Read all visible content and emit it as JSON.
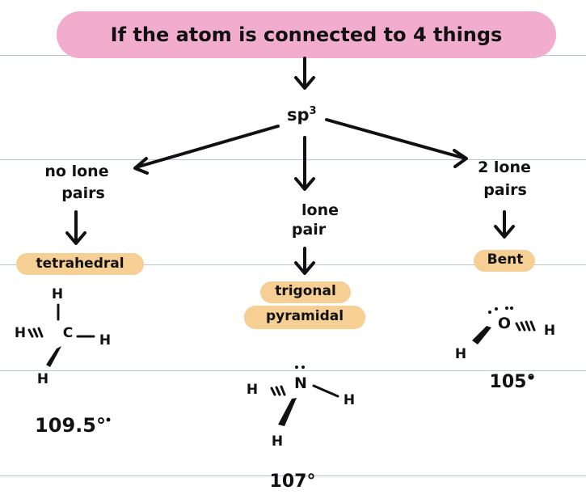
{
  "title": "If the atom is connected to 4 things",
  "hybridization": {
    "base": "sp",
    "superscript": "3"
  },
  "branches": {
    "left": {
      "condition_line1": "no lone",
      "condition_line2": "pairs",
      "geometry": "tetrahedral",
      "molecule": {
        "top": "H",
        "center": "C",
        "left": "H",
        "right": "H",
        "bottom": "H"
      },
      "angle": "109.5°"
    },
    "middle": {
      "condition_line1": "lone",
      "condition_line2": "pair",
      "geometry_line1": "trigonal",
      "geometry_line2": "pyramidal",
      "molecule": {
        "center": "N",
        "left": "H",
        "right": "H",
        "bottom": "H"
      },
      "angle": "107°"
    },
    "right": {
      "condition_line1": "2 lone",
      "condition_line2": "pairs",
      "geometry": "Bent",
      "molecule": {
        "center": "O",
        "left": "H",
        "right": "H"
      },
      "angle": "105°"
    }
  },
  "colors": {
    "title_highlight": "#f2acce",
    "label_highlight": "#f6cf95",
    "rule_lines": "#b9c3dd",
    "ink": "#111111"
  }
}
